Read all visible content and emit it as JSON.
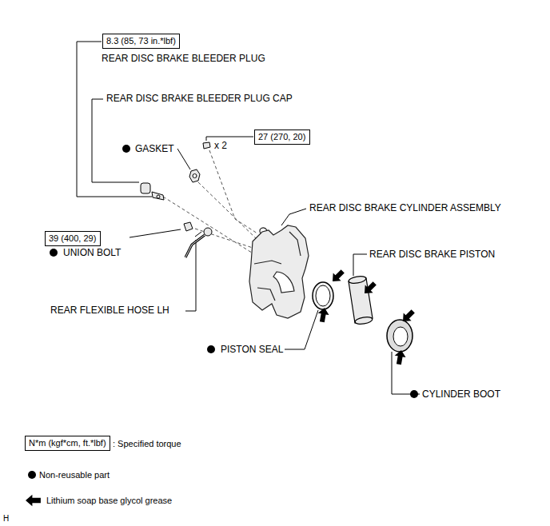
{
  "diagram": {
    "nodes": [
      {
        "text": [
          "8.3 (85, 73 in.*lbf)"
        ]
      },
      {
        "text": [
          "27 (270, 20)"
        ]
      },
      {
        "text": [
          "39 (400, 29)"
        ]
      },
      {
        "text": [
          "N*m (kgf*cm, ft.*lbf)"
        ]
      }
    ],
    "labels": [
      "REAR DISC BRAKE BLEEDER PLUG",
      "REAR DISC BRAKE BLEEDER PLUG CAP",
      "GASKET",
      "x 2",
      "REAR DISC BRAKE CYLINDER ASSEMBLY",
      "UNION BOLT",
      "REAR DISC BRAKE PISTON",
      "REAR FLEXIBLE HOSE LH",
      "PISTON SEAL",
      "CYLINDER BOOT",
      "H"
    ],
    "legend": [
      {
        "text": ": Specified torque"
      },
      {
        "text": "Non-reusable part"
      },
      {
        "text": "Lithium soap base glycol grease"
      }
    ]
  }
}
